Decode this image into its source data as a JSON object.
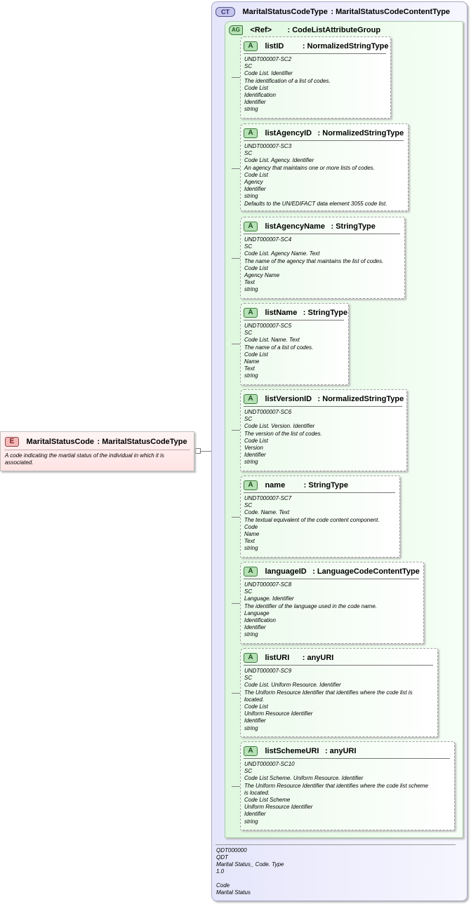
{
  "element": {
    "badge": "E",
    "name": "MaritalStatusCode",
    "type": ": MaritalStatusCodeType",
    "doc": "A code indicating the martial status of the individual in which it is associated."
  },
  "complex_type": {
    "badge": "CT",
    "name": "MaritalStatusCodeType",
    "type": ": MaritalStatusCodeContentType",
    "footer": [
      "QDT000000",
      "QDT",
      "Marital Status_ Code. Type",
      "1.0",
      "",
      "Code",
      "Marital Status"
    ]
  },
  "attribute_group": {
    "badge": "AG",
    "name": "<Ref>",
    "type": ": CodeListAttributeGroup"
  },
  "attributes": [
    {
      "badge": "A",
      "name": "listID",
      "type": ": NormalizedStringType",
      "lines": [
        "UNDT000007-SC2",
        "SC",
        "Code List. Identifier",
        "The identification of a list of codes.",
        "Code List",
        "Identification",
        "Identifier",
        "string"
      ]
    },
    {
      "badge": "A",
      "name": "listAgencyID",
      "type": ": NormalizedStringType",
      "lines": [
        "UNDT000007-SC3",
        "SC",
        "Code List. Agency. Identifier",
        "An agency that maintains one or more lists of codes.",
        "Code List",
        "Agency",
        "Identifier",
        "string",
        "Defaults to the UN/EDIFACT data element 3055 code list."
      ]
    },
    {
      "badge": "A",
      "name": "listAgencyName",
      "type": ": StringType",
      "lines": [
        "UNDT000007-SC4",
        "SC",
        "Code List. Agency Name. Text",
        "The name of the agency that maintains the list of codes.",
        "Code List",
        "Agency Name",
        "Text",
        "string"
      ]
    },
    {
      "badge": "A",
      "name": "listName",
      "type": ": StringType",
      "lines": [
        "UNDT000007-SC5",
        "SC",
        "Code List. Name. Text",
        "The name of a list of codes.",
        "Code List",
        "Name",
        "Text",
        "string"
      ]
    },
    {
      "badge": "A",
      "name": "listVersionID",
      "type": ": NormalizedStringType",
      "lines": [
        "UNDT000007-SC6",
        "SC",
        "Code List. Version. Identifier",
        "The version of the list of codes.",
        "Code List",
        "Version",
        "Identifier",
        "string"
      ]
    },
    {
      "badge": "A",
      "name": "name",
      "type": ": StringType",
      "lines": [
        "UNDT000007-SC7",
        "SC",
        "Code. Name. Text",
        "The textual equivalent of the code content component.",
        "Code",
        "Name",
        "Text",
        "string"
      ]
    },
    {
      "badge": "A",
      "name": "languageID",
      "type": ": LanguageCodeContentType",
      "lines": [
        "UNDT000007-SC8",
        "SC",
        "Language. Identifier",
        "The identifier of the language used in the code name.",
        "Language",
        "Identification",
        "Identifier",
        "string"
      ]
    },
    {
      "badge": "A",
      "name": "listURI",
      "type": ": anyURI",
      "lines": [
        "UNDT000007-SC9",
        "SC",
        "Code List. Uniform Resource. Identifier",
        "The Uniform Resource Identifier that identifies where the code list is",
        "located.",
        "Code List",
        "Uniform Resource Identifier",
        "Identifier",
        "string"
      ]
    },
    {
      "badge": "A",
      "name": "listSchemeURI",
      "type": ": anyURI",
      "lines": [
        "UNDT000007-SC10",
        "SC",
        "Code List Scheme. Uniform Resource. Identifier",
        "The Uniform Resource Identifier that identifies where the code list scheme",
        "is located.",
        "Code List Scheme",
        "Uniform Resource Identifier",
        "Identifier",
        "string"
      ]
    }
  ]
}
